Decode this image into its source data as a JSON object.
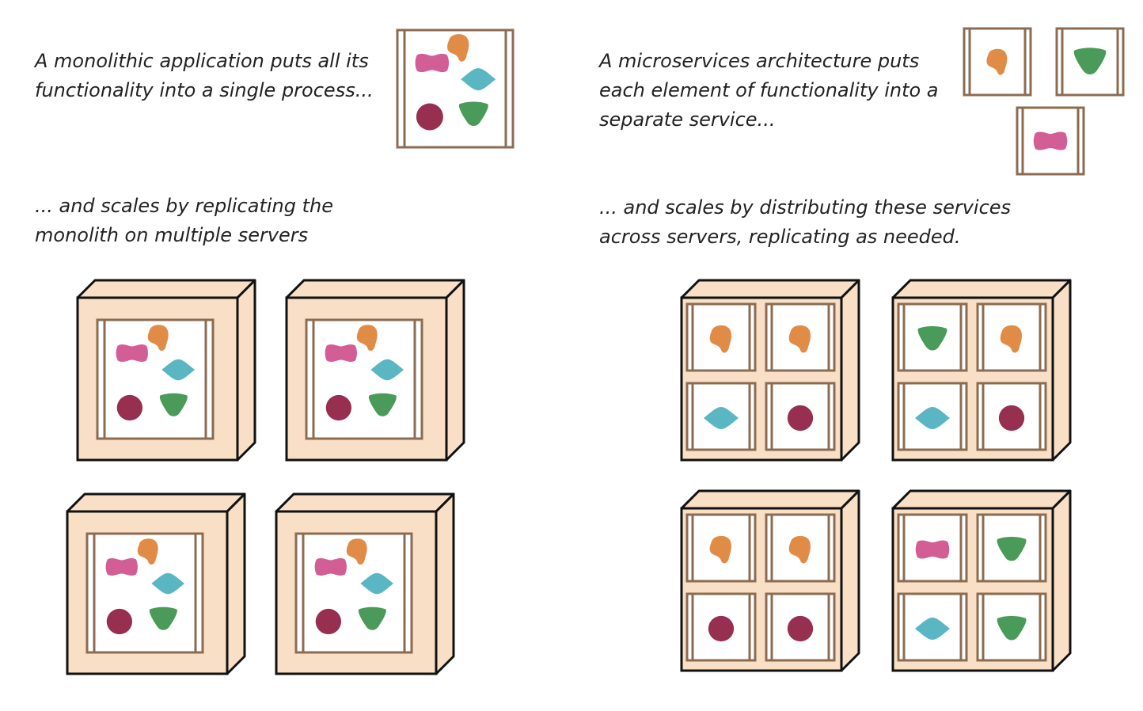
{
  "captions": {
    "monolith": {
      "line1": "A monolithic application puts all its",
      "line2": "functionality into a single process..."
    },
    "microservices": {
      "line1": "A microservices architecture puts",
      "line2": "each element of functionality into a",
      "line3": "separate service..."
    },
    "monolith_scaling": {
      "line1": "... and scales by replicating the",
      "line2": "monolith on multiple servers"
    },
    "microservices_scaling": {
      "line1": "... and scales by distributing these services",
      "line2": "across servers, replicating as needed."
    }
  },
  "colors": {
    "frame": "#8b6c52",
    "server_face": "#f8dfc5",
    "outline": "#111111",
    "pink_blob": "#d35e96",
    "orange_blob": "#e08c47",
    "teal_diamond": "#5ab6c2",
    "maroon_circle": "#962f50",
    "green_triangle": "#4a9a5a"
  },
  "microservice_layouts": [
    [
      "orange",
      "orange",
      "teal",
      "maroon"
    ],
    [
      "green",
      "orange",
      "teal",
      "maroon"
    ],
    [
      "orange",
      "orange",
      "maroon",
      "maroon"
    ],
    [
      "pink",
      "green",
      "teal",
      "green"
    ]
  ]
}
